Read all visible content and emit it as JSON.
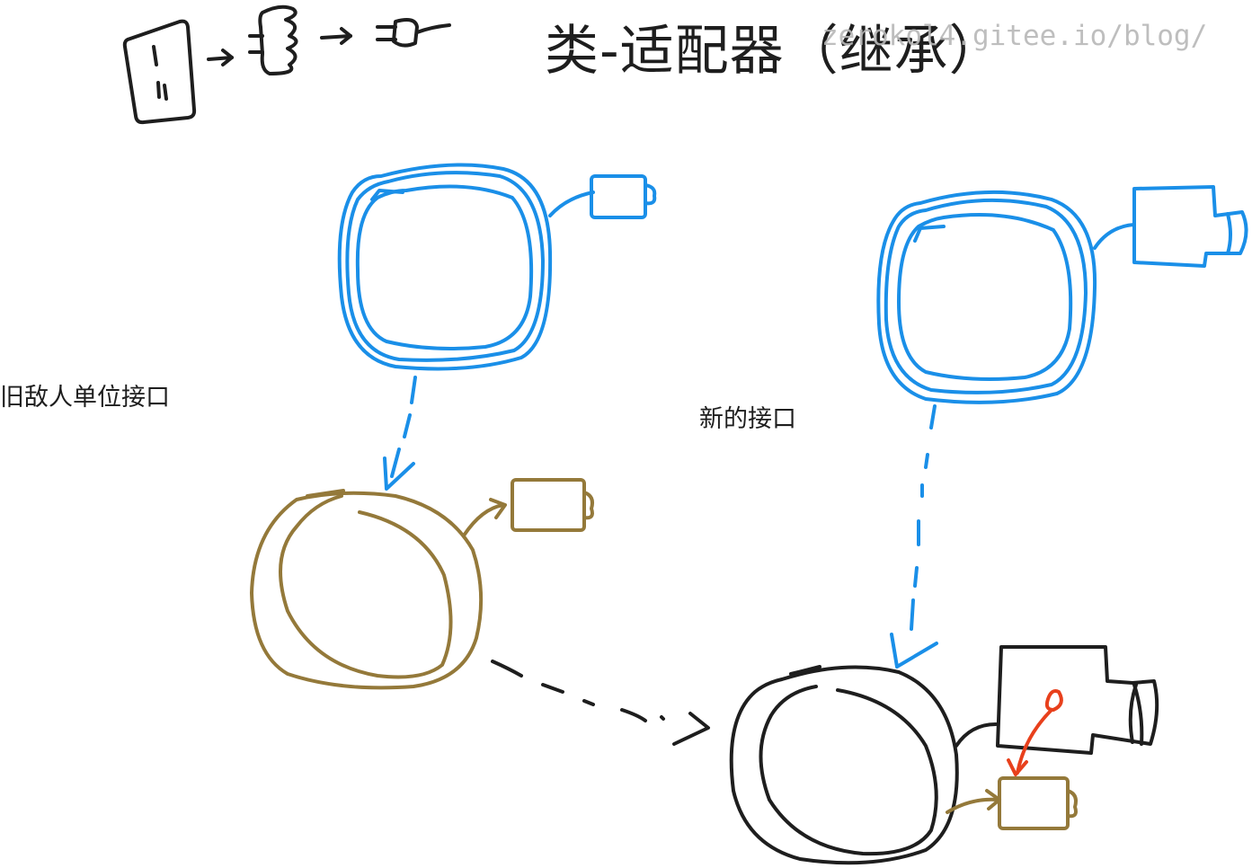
{
  "title": "类-适配器（继承）",
  "watermark": "zerokol4.gitee.io/blog/",
  "labels": {
    "old_interface": "旧敌人单位接口",
    "new_interface": "新的接口"
  },
  "colors": {
    "blue": "#1a8fe8",
    "olive": "#94793a",
    "black": "#1e1e1e",
    "red": "#e8401c"
  }
}
